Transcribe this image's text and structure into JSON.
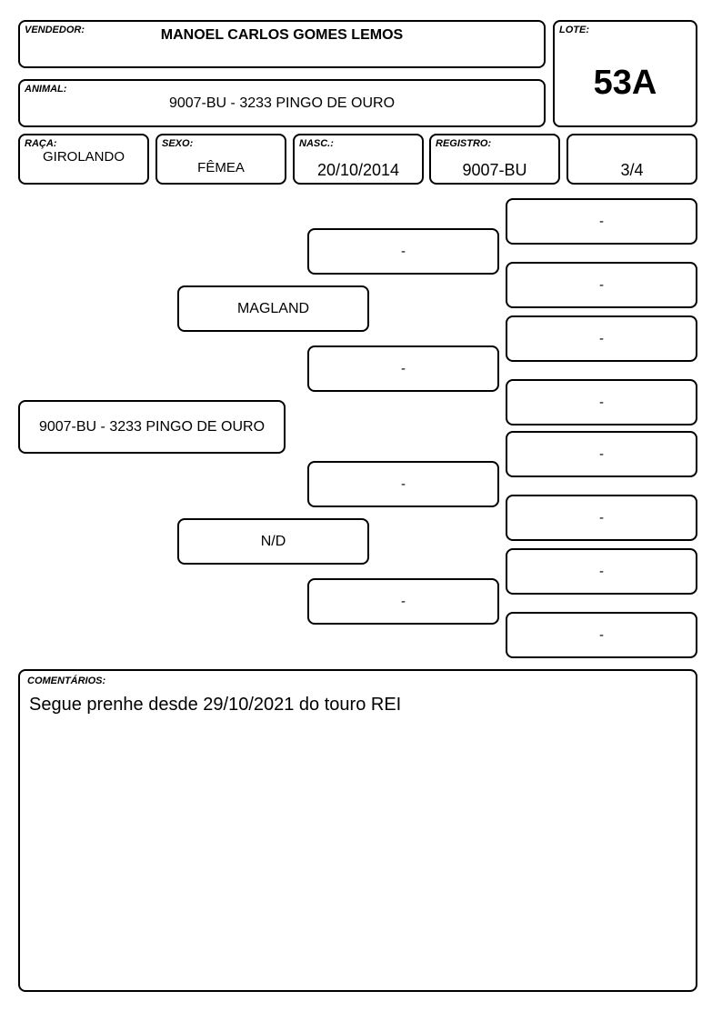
{
  "header": {
    "vendedor_label": "VENDEDOR:",
    "vendedor": "MANOEL CARLOS GOMES LEMOS",
    "lote_label": "LOTE:",
    "lote": "53A",
    "animal_label": "ANIMAL:",
    "animal": "9007-BU - 3233 PINGO DE OURO"
  },
  "info": {
    "raca_label": "RAÇA:",
    "raca": "GIROLANDO",
    "sexo_label": "SEXO:",
    "sexo": "FÊMEA",
    "nasc_label": "NASC.:",
    "nasc": "20/10/2014",
    "registro_label": "REGISTRO:",
    "registro": "9007-BU",
    "grau": "3/4"
  },
  "pedigree": {
    "animal": "9007-BU - 3233 PINGO DE OURO",
    "sire": "MAGLAND",
    "dam": "N/D",
    "grandparents": [
      "-",
      "-",
      "-",
      "-"
    ],
    "great_grandparents": [
      "-",
      "-",
      "-",
      "-",
      "-",
      "-",
      "-",
      "-"
    ]
  },
  "comments": {
    "label": "COMENTÁRIOS:",
    "text": "Segue prenhe desde 29/10/2021 do touro REI"
  }
}
